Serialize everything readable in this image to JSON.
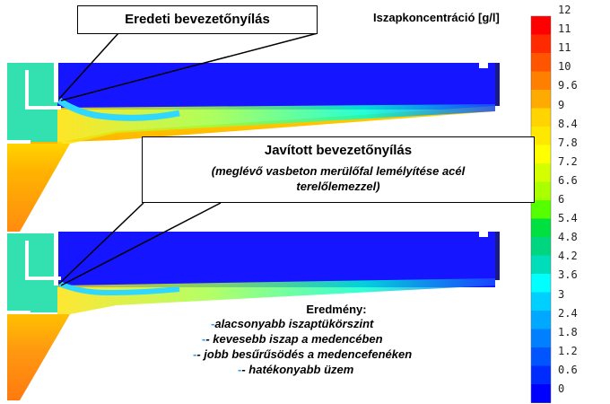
{
  "callouts": {
    "original": "Eredeti bevezetőnyílás",
    "improved_title": "Javított bevezetőnyílás",
    "improved_desc_1": "(meglévő vasbeton merülőfal lemélyítése acél",
    "improved_desc_2": "terelőlemezzel)"
  },
  "scale": {
    "title": "Iszapkoncentráció  [g/l]",
    "ticks": [
      "12",
      "11",
      "11",
      "10",
      "9.6",
      "9",
      "8.4",
      "7.8",
      "7.2",
      "6.6",
      "6",
      "5.4",
      "4.8",
      "4.2",
      "3.6",
      "3",
      "2.4",
      "1.8",
      "1.2",
      "0.6",
      "0"
    ],
    "colors": [
      "#ff0000",
      "#ff2a00",
      "#ff5500",
      "#ff7f00",
      "#ffaa00",
      "#ffd400",
      "#ffe800",
      "#ffff00",
      "#d4ff00",
      "#aaff00",
      "#55ff00",
      "#00e040",
      "#00d580",
      "#00ddbb",
      "#00ffff",
      "#00d0ff",
      "#00a8ff",
      "#0080ff",
      "#0055ff",
      "#002bff",
      "#0000ff"
    ]
  },
  "results": {
    "heading": "Eredmény:",
    "items": [
      {
        "dash": "-",
        "text": "alacsonyabb iszaptükörszint"
      },
      {
        "dash": "-",
        "text": "- kevesebb iszap a medencében"
      },
      {
        "dash": "-",
        "text": "- jobb besűrűsödés a medencefenéken"
      },
      {
        "dash": "-",
        "text": "- hatékonyabb üzem"
      }
    ]
  },
  "field_colors": {
    "clear": "#1515ff",
    "inlet": "#33e0b0",
    "sludge_top": "#ffd000",
    "sludge_bottom": "#ff8c10"
  }
}
